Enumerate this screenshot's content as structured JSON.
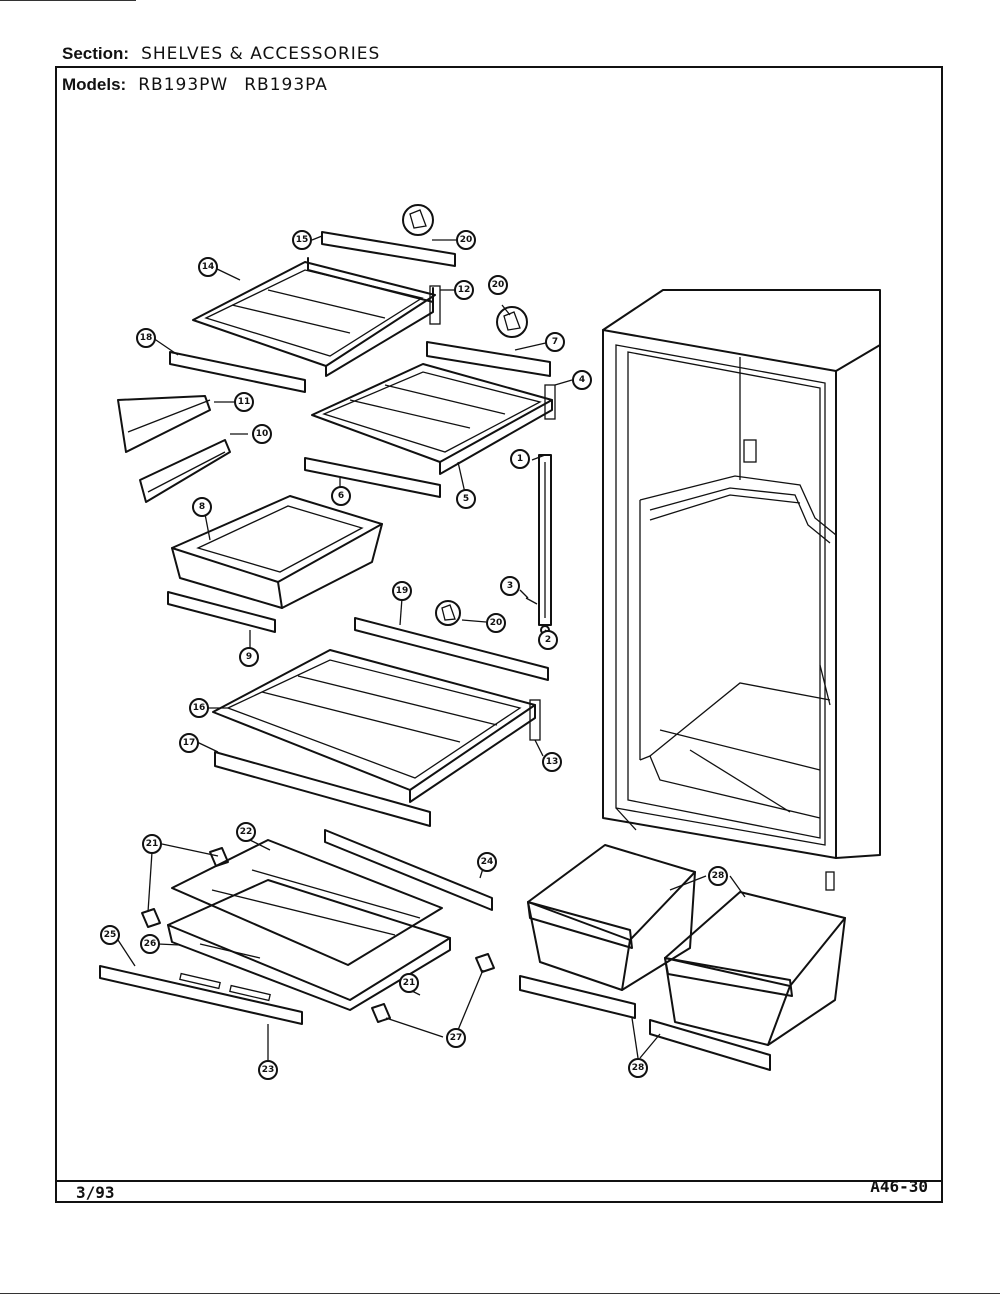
{
  "header": {
    "section_label": "Section:",
    "section_value": "SHELVES & ACCESSORIES",
    "models_label": "Models:",
    "model_1": "RB193PW",
    "model_2": "RB193PA"
  },
  "footer": {
    "date_code": "3/93",
    "page_code": "A46-30"
  },
  "callouts": [
    "1",
    "2",
    "3",
    "4",
    "5",
    "6",
    "7",
    "8",
    "9",
    "10",
    "11",
    "12",
    "13",
    "14",
    "15",
    "16",
    "17",
    "18",
    "19",
    "20",
    "21",
    "22",
    "23",
    "24",
    "25",
    "26",
    "27",
    "28"
  ]
}
